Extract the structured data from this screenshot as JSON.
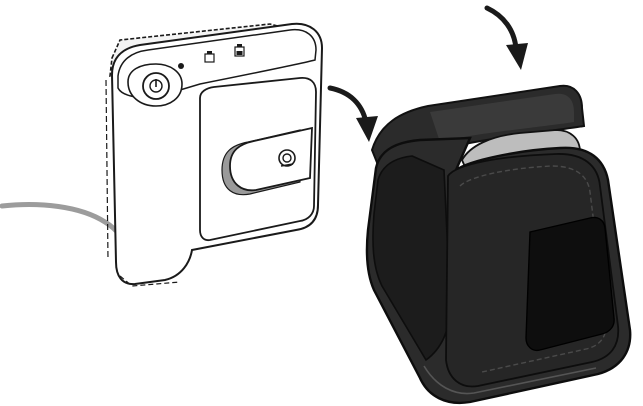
{
  "figure": {
    "kind": "product-illustration",
    "steps": [
      {
        "object": "device",
        "description": "concentrator-unit"
      },
      {
        "object": "carry-case",
        "description": "protective-bag"
      }
    ],
    "colors": {
      "outline": "#1a1a1a",
      "device_fill": "#ffffff",
      "device_shade": "#f2f2f2",
      "strap_fill": "#ffffff",
      "strap_shadow": "#9a9a9a",
      "cable": "#9c9c9c",
      "case_outer": "#2b2b2b",
      "case_dark": "#1c1c1c",
      "case_mid": "#3a3a3a",
      "case_inner_gray": "#bdbdbd",
      "case_panel": "#0e0e0e",
      "arrow": "#1a1a1a"
    },
    "icons": [
      "power-button-icon",
      "indicator-light-icon",
      "battery-icon",
      "battery-icon",
      "arrow-icon",
      "arrow-icon"
    ]
  }
}
